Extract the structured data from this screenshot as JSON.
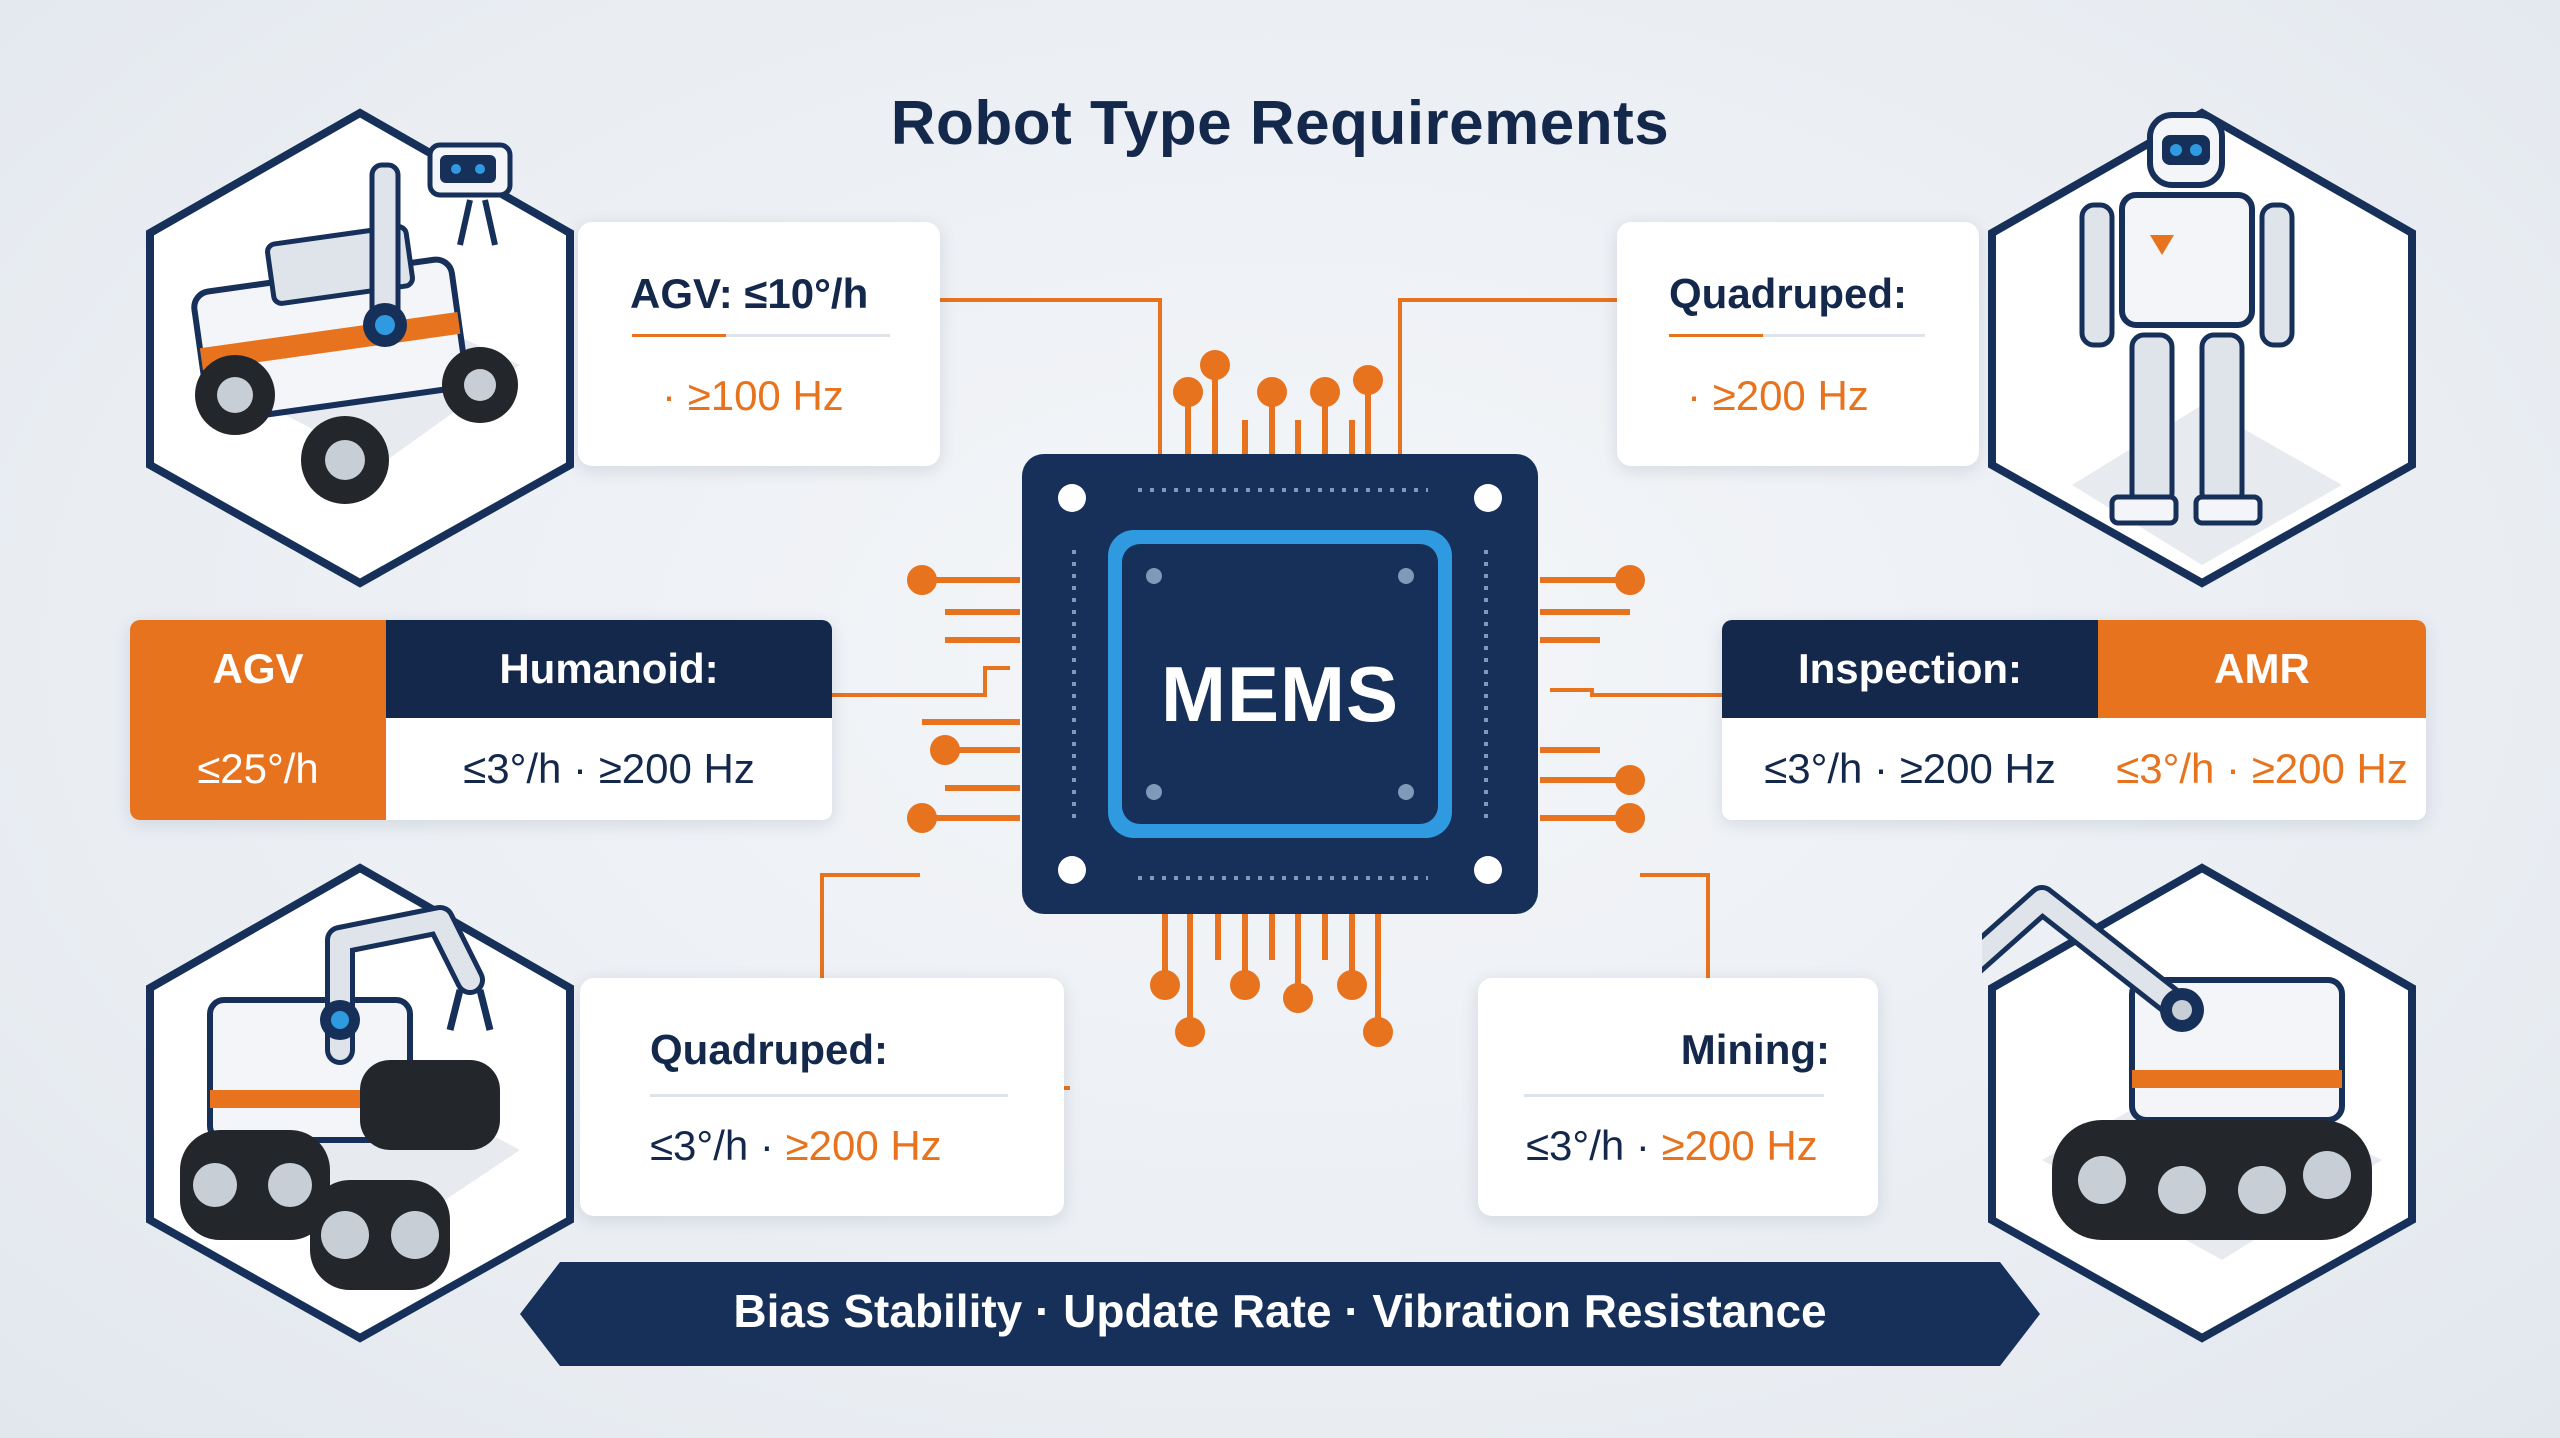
{
  "title": "Robot Type Requirements",
  "chip": {
    "label": "MEMS"
  },
  "cards": {
    "top_left": {
      "name": "AGV: ≤10°/h",
      "spec": "· ≥100 Hz"
    },
    "top_right": {
      "name": "Quadruped:",
      "spec": "· ≥200 Hz"
    },
    "bottom_left": {
      "name": "Quadruped:",
      "spec_dark": "≤3°/h ·",
      "spec_orange": " ≥200 Hz"
    },
    "bottom_right": {
      "name": "Mining:",
      "spec_dark": "≤3°/h ·",
      "spec_orange": " ≥200 Hz"
    }
  },
  "left_table": {
    "header": [
      "AGV",
      "Humanoid:"
    ],
    "row": [
      "≤25°/h",
      "≤3°/h · ≥200 Hz"
    ]
  },
  "right_table": {
    "header": [
      "Inspection:",
      "AMR"
    ],
    "row": [
      "≤3°/h · ≥200 Hz",
      "≤3°/h · ≥200 Hz"
    ]
  },
  "footer": "Bias Stability · Update Rate · Vibration Resistance",
  "colors": {
    "navy": "#14284b",
    "orange": "#e8731f",
    "blue": "#2f9ae0",
    "background": "#edf0f4"
  },
  "icons": [
    "agv-robot-arm-icon",
    "humanoid-robot-icon",
    "tracked-robot-arm-icon",
    "mining-excavator-robot-icon",
    "mems-chip-icon"
  ]
}
